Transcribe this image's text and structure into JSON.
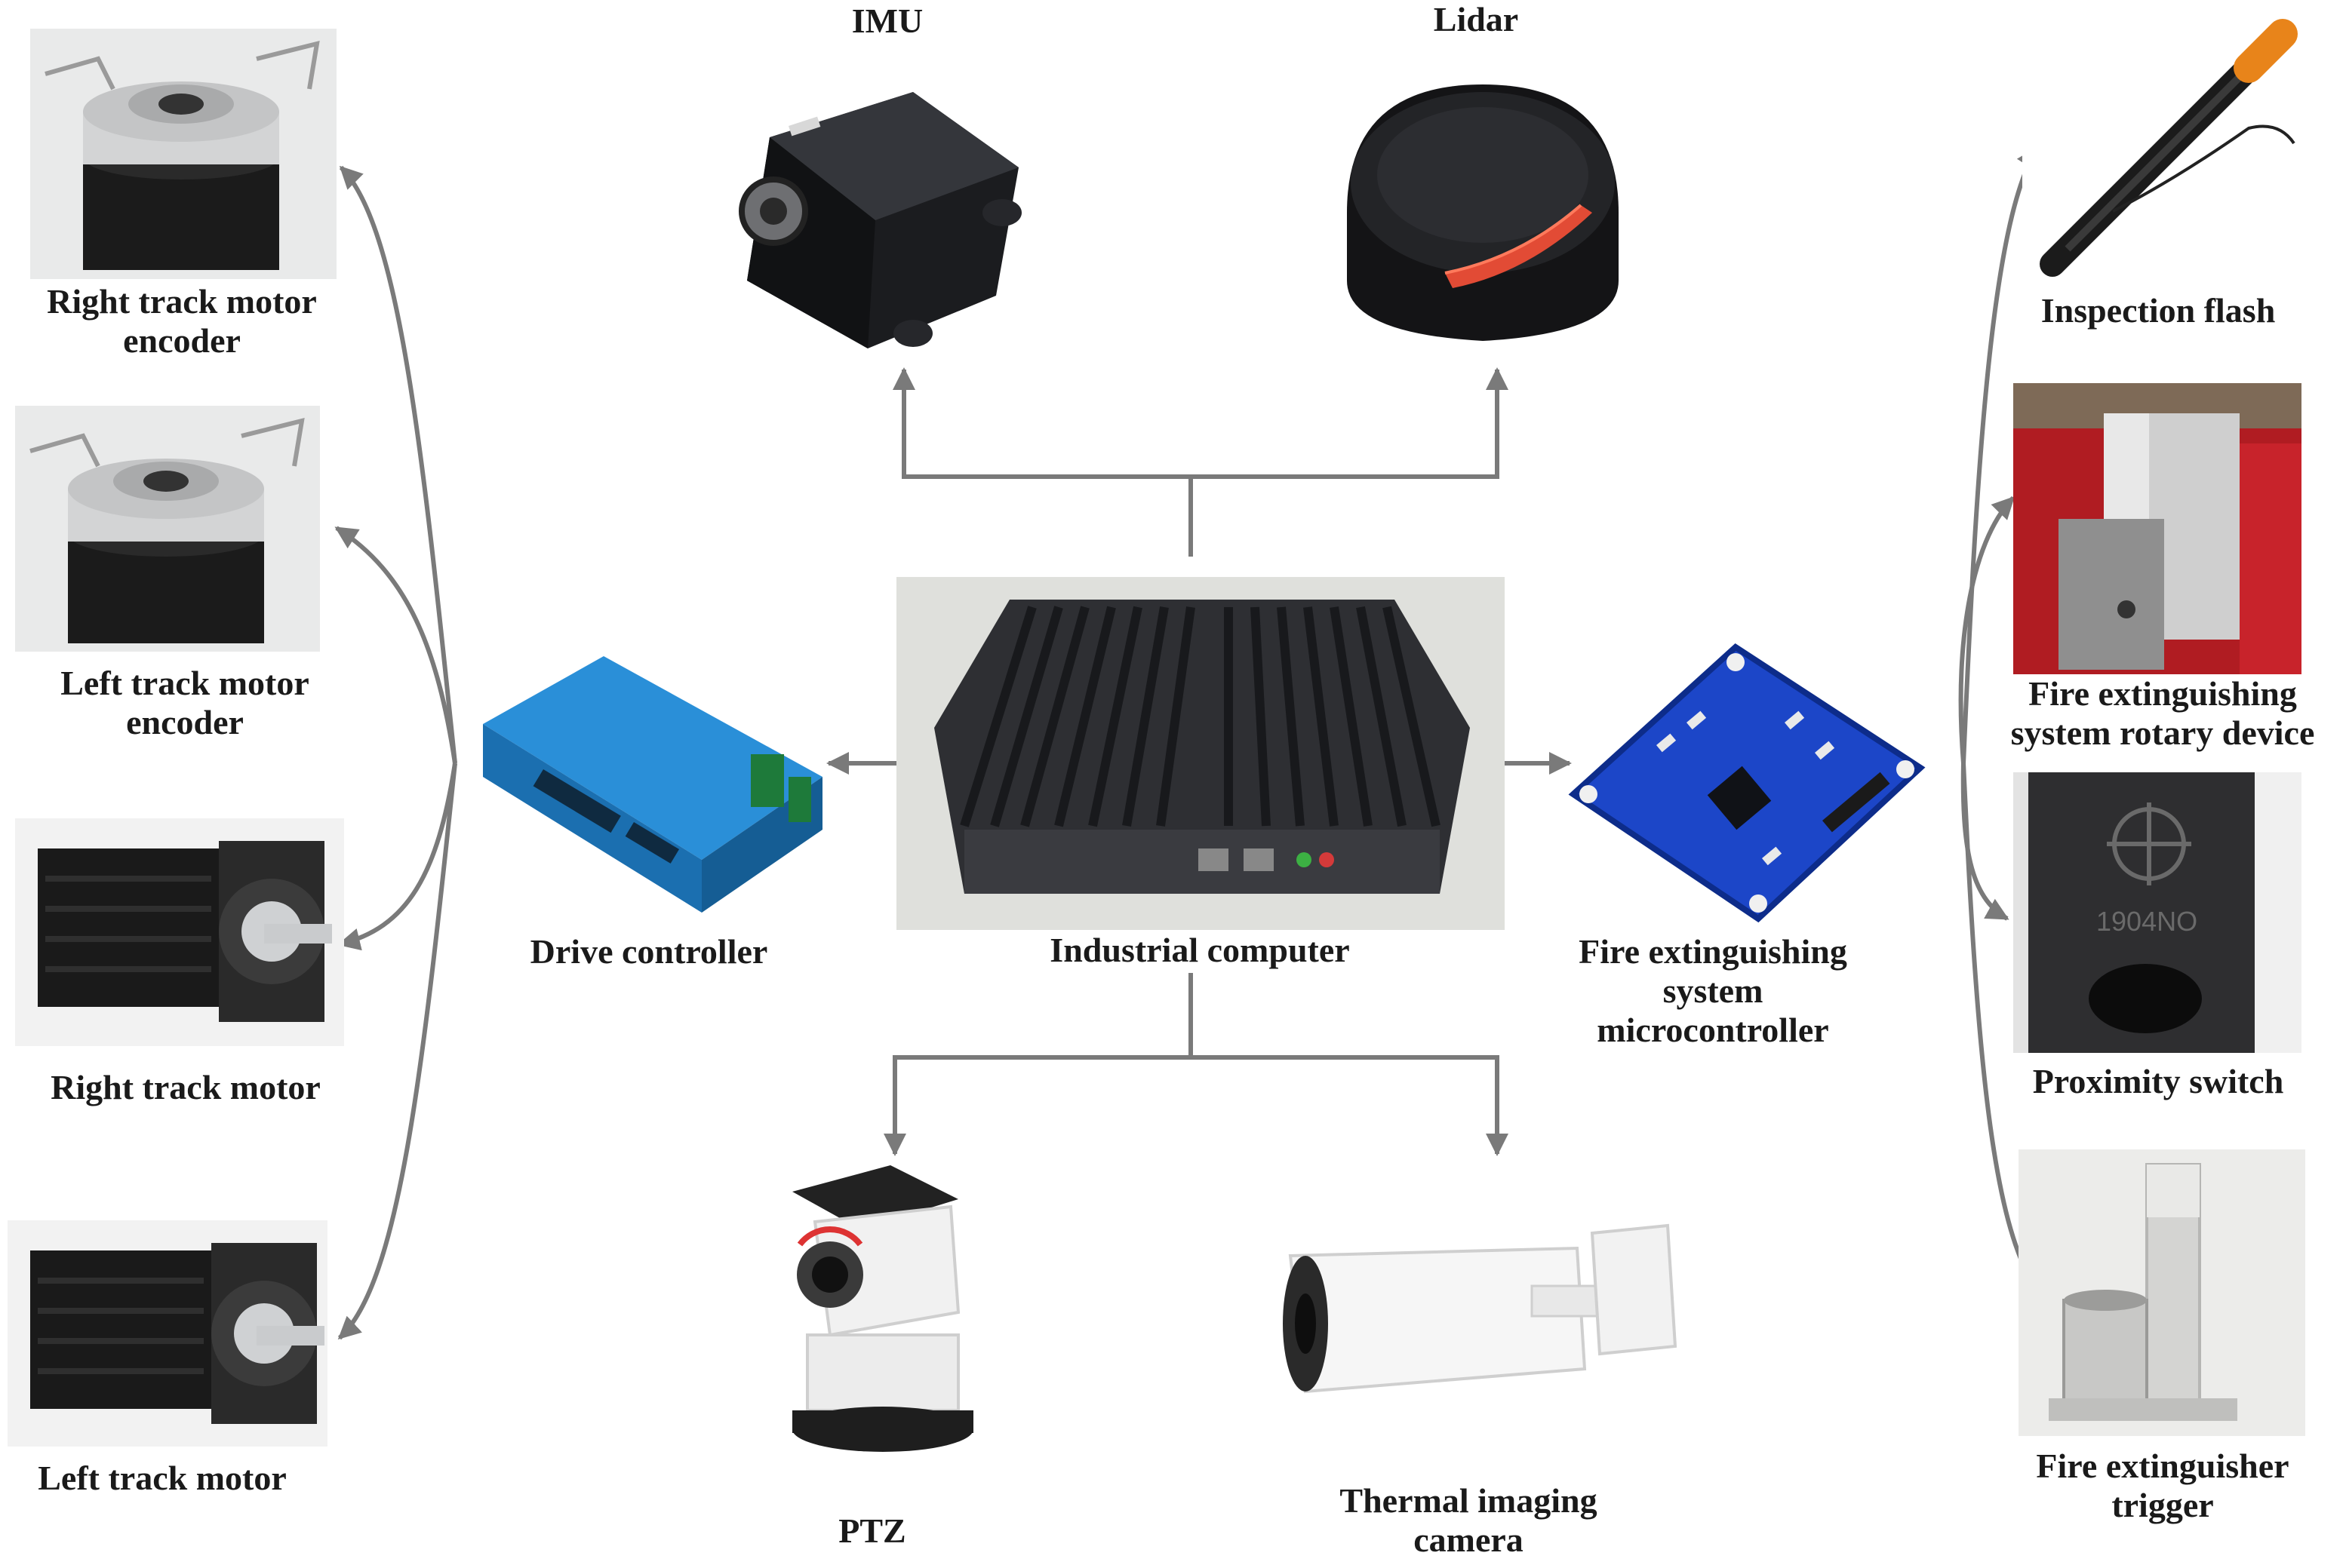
{
  "title": "",
  "components": {
    "imu": {
      "label": "IMU"
    },
    "lidar": {
      "label": "Lidar"
    },
    "industrial_computer": {
      "label": "Industrial computer"
    },
    "drive_controller": {
      "label": "Drive controller"
    },
    "fire_mcu": {
      "label_lines": [
        "Fire extinguishing",
        "system",
        "microcontroller"
      ]
    },
    "ptz": {
      "label": "PTZ"
    },
    "thermal_camera": {
      "label_lines": [
        "Thermal imaging",
        "camera"
      ]
    },
    "right_encoder": {
      "label_lines": [
        "Right track motor",
        "encoder"
      ]
    },
    "left_encoder": {
      "label_lines": [
        "Left track motor",
        "encoder"
      ]
    },
    "right_motor": {
      "label": "Right track motor"
    },
    "left_motor": {
      "label": "Left track motor"
    },
    "inspection_flash": {
      "label": "Inspection flash"
    },
    "rotary_device": {
      "label_lines": [
        "Fire extinguishing",
        "system rotary device"
      ]
    },
    "proximity_switch": {
      "label": "Proximity switch",
      "text_on_device": "1904NO"
    },
    "extinguisher_trigger": {
      "label_lines": [
        "Fire extinguisher",
        "trigger"
      ]
    }
  },
  "colors": {
    "arrow": "#7a7a7a",
    "label": "#1a1a1a",
    "controller_blue": "#1e8fd6",
    "board_blue": "#1c46c8",
    "computer_dark": "#2e2f33",
    "rotary_red": "#d0202a"
  }
}
